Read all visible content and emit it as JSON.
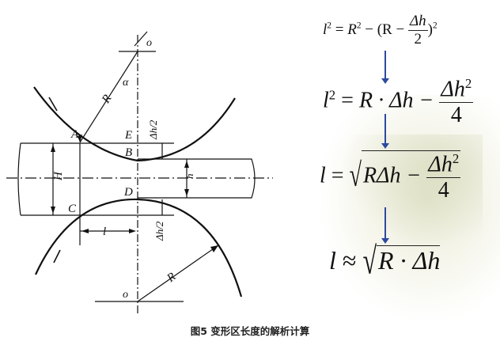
{
  "diagram": {
    "labels": {
      "o_top": "o",
      "alpha": "α",
      "R_top": "R",
      "A": "A",
      "E": "E",
      "B": "B",
      "dh2_top": "Δh/2",
      "H": "H",
      "h": "h",
      "C": "C",
      "D": "D",
      "l": "l",
      "dh2_bottom": "Δh/2",
      "R_bottom": "R",
      "o_bottom": "o"
    }
  },
  "equations": {
    "eq1": {
      "lhs": "l",
      "lhs_exp": "2",
      "eq": "=",
      "r": "R",
      "r_exp": "2",
      "mid": " − (R − ",
      "num": "Δh",
      "den": "2",
      "close": ")",
      "close_exp": "2"
    },
    "eq2": {
      "lhs": "l",
      "lhs_exp": "2",
      "eq": "=",
      "body": "R · Δh − ",
      "num": "Δh",
      "num_exp": "2",
      "den": "4"
    },
    "eq3": {
      "lhs": "l",
      "eq": "=",
      "rad": "√",
      "body": "RΔh − ",
      "num": "Δh",
      "num_exp": "2",
      "den": "4"
    },
    "eq4": {
      "lhs": "l",
      "eq": "≈",
      "rad": "√",
      "body": "R · Δh"
    }
  },
  "caption": "图5 变形区长度的解析计算",
  "colors": {
    "arrow": "#2c4aa0",
    "ink": "#111111"
  }
}
